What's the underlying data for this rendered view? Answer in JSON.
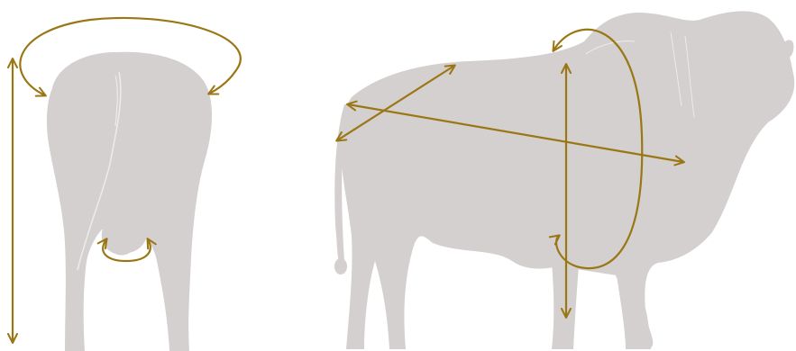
{
  "colors": {
    "background": "#ffffff",
    "silhouette": "#d3d0cf",
    "contour": "#ecebea",
    "measure_line": "#9a7614"
  },
  "views": [
    {
      "name": "rear-view",
      "measurements": [
        "rump-width-arc",
        "total-height-line",
        "scrotal-circumference-arc"
      ]
    },
    {
      "name": "side-view",
      "measurements": [
        "body-diagonal-line-a",
        "body-diagonal-line-b",
        "chest-girth-ellipse",
        "chest-depth-line"
      ]
    }
  ]
}
